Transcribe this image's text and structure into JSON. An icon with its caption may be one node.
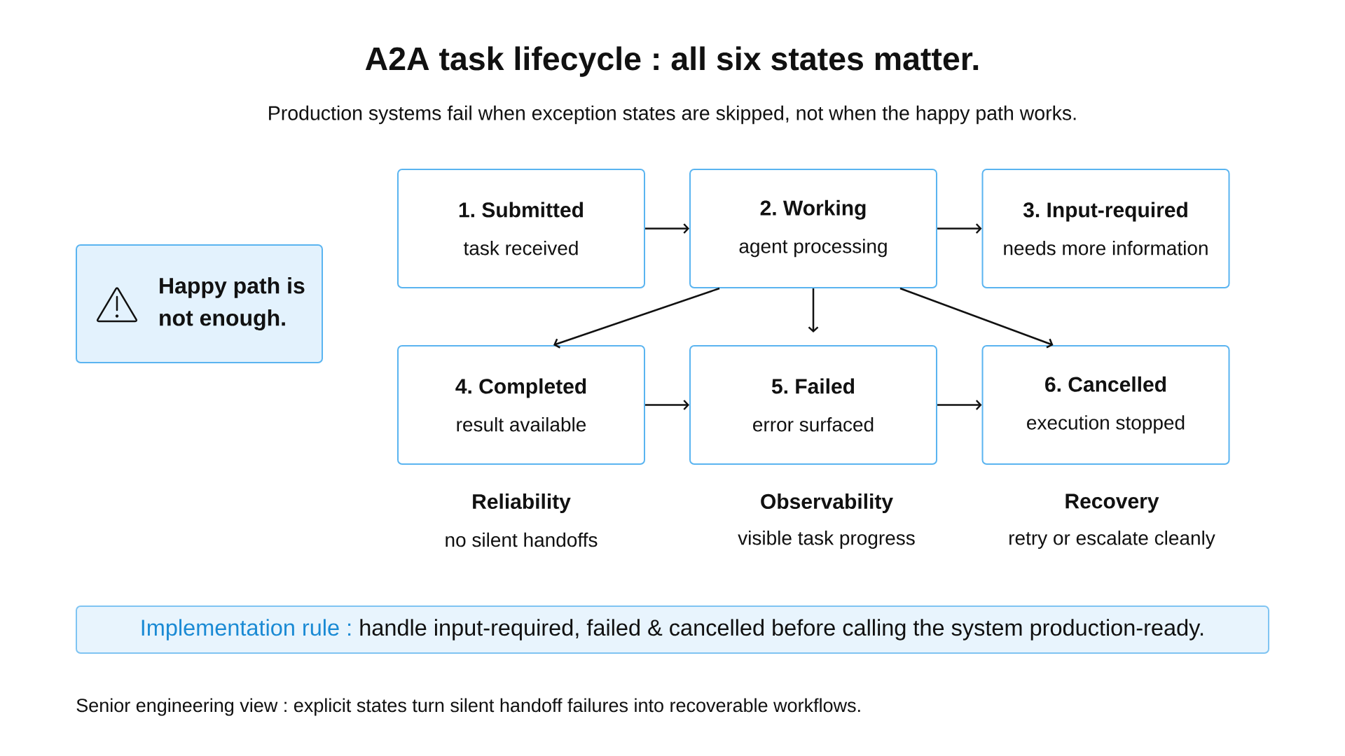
{
  "diagram": {
    "title": "A2A task lifecycle : all six states matter.",
    "caption": "Senior engineering view : explicit states turn silent handoff failures into recoverable workflows.",
    "nodes": [
      {
        "text": [
          "Happy path is not enough."
        ]
      },
      {
        "text": [
          "1. Submitted",
          "task received"
        ]
      },
      {
        "text": [
          "2. Working",
          "agent processing"
        ]
      },
      {
        "text": [
          "3. Input-required",
          "needs more information"
        ]
      },
      {
        "text": [
          "4. Completed",
          "result available"
        ]
      },
      {
        "text": [
          "5. Failed",
          "error surfaced"
        ]
      },
      {
        "text": [
          "6. Cancelled",
          "execution stopped"
        ]
      },
      {
        "text": [
          "Implementation rule :",
          "handle input-required, failed & cancelled before calling the system production-ready."
        ]
      }
    ],
    "edges": [
      {
        "from": 1,
        "to": 2,
        "arrow": "to"
      },
      {
        "from": 2,
        "to": 3,
        "arrow": "to"
      },
      {
        "from": 2,
        "to": 4,
        "arrow": "to"
      },
      {
        "from": 2,
        "to": 5,
        "arrow": "to"
      },
      {
        "from": 2,
        "to": 6,
        "arrow": "to"
      },
      {
        "from": 4,
        "to": 5,
        "arrow": "to"
      },
      {
        "from": 5,
        "to": 6,
        "arrow": "to"
      }
    ],
    "labels": [
      "Production systems fail when exception states are skipped, not when the happy path works.",
      "Reliability",
      "no silent handoffs",
      "Observability",
      "visible task progress",
      "Recovery",
      "retry or escalate cleanly"
    ]
  }
}
